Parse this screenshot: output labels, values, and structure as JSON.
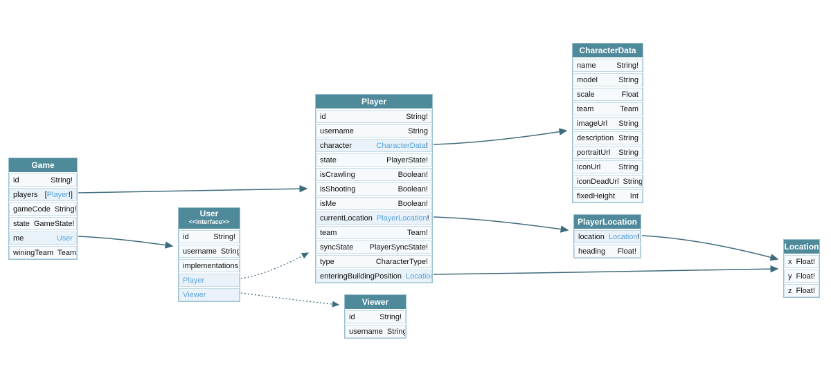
{
  "diagram": {
    "colors": {
      "header_bg": "#4f8a9b",
      "link_text": "#57a3db",
      "edge": "#3d6b7b",
      "row_bg": "#f6fafc",
      "linked_row_bg": "#e9f2f9"
    },
    "entities": [
      {
        "id": "game",
        "title": "Game",
        "stereotype": "",
        "fields": [
          {
            "name": "id",
            "plain": "String!"
          },
          {
            "name": "players",
            "pre": "[",
            "link": "Player",
            "post": "!]"
          },
          {
            "name": "gameCode",
            "plain": "String!"
          },
          {
            "name": "state",
            "plain": "GameState!"
          },
          {
            "name": "me",
            "pre": "",
            "link": "User",
            "post": ""
          },
          {
            "name": "winingTeam",
            "plain": "Team"
          }
        ]
      },
      {
        "id": "user",
        "title": "User",
        "stereotype": "<<interface>>",
        "fields": [
          {
            "name": "id",
            "plain": "String!"
          },
          {
            "name": "username",
            "plain": "String"
          },
          {
            "label": "implementations"
          },
          {
            "link_row": "Player"
          },
          {
            "link_row": "Viewer"
          }
        ]
      },
      {
        "id": "player",
        "title": "Player",
        "stereotype": "",
        "fields": [
          {
            "name": "id",
            "plain": "String!"
          },
          {
            "name": "username",
            "plain": "String"
          },
          {
            "name": "character",
            "pre": "",
            "link": "CharacterData",
            "post": "!"
          },
          {
            "name": "state",
            "plain": "PlayerState!"
          },
          {
            "name": "isCrawling",
            "plain": "Boolean!"
          },
          {
            "name": "isShooting",
            "plain": "Boolean!"
          },
          {
            "name": "isMe",
            "plain": "Boolean!"
          },
          {
            "name": "currentLocation",
            "pre": "",
            "link": "PlayerLocation",
            "post": "!"
          },
          {
            "name": "team",
            "plain": "Team!"
          },
          {
            "name": "syncState",
            "plain": "PlayerSyncState!"
          },
          {
            "name": "type",
            "plain": "CharacterType!"
          },
          {
            "name": "enteringBuildingPosition",
            "pre": "",
            "link": "Location",
            "post": ""
          }
        ]
      },
      {
        "id": "characterData",
        "title": "CharacterData",
        "stereotype": "",
        "fields": [
          {
            "name": "name",
            "plain": "String!"
          },
          {
            "name": "model",
            "plain": "String"
          },
          {
            "name": "scale",
            "plain": "Float"
          },
          {
            "name": "team",
            "plain": "Team"
          },
          {
            "name": "imageUrl",
            "plain": "String"
          },
          {
            "name": "description",
            "plain": "String"
          },
          {
            "name": "portraitUrl",
            "plain": "String"
          },
          {
            "name": "iconUrl",
            "plain": "String"
          },
          {
            "name": "iconDeadUrl",
            "plain": "String"
          },
          {
            "name": "fixedHeight",
            "plain": "Int"
          }
        ]
      },
      {
        "id": "playerLocation",
        "title": "PlayerLocation",
        "stereotype": "",
        "fields": [
          {
            "name": "location",
            "pre": "",
            "link": "Location",
            "post": "!"
          },
          {
            "name": "heading",
            "plain": "Float!"
          }
        ]
      },
      {
        "id": "location",
        "title": "Location",
        "stereotype": "",
        "fields": [
          {
            "name": "x",
            "plain": "Float!"
          },
          {
            "name": "y",
            "plain": "Float!"
          },
          {
            "name": "z",
            "plain": "Float!"
          }
        ]
      },
      {
        "id": "viewer",
        "title": "Viewer",
        "stereotype": "",
        "fields": [
          {
            "name": "id",
            "plain": "String!"
          },
          {
            "name": "username",
            "plain": "String"
          }
        ]
      }
    ],
    "edges": [
      {
        "from": "Game.players",
        "to": "Player",
        "style": "solid"
      },
      {
        "from": "Game.me",
        "to": "User",
        "style": "solid"
      },
      {
        "from": "User.Player",
        "to": "Player",
        "style": "dotted"
      },
      {
        "from": "User.Viewer",
        "to": "Viewer",
        "style": "dotted"
      },
      {
        "from": "Player.character",
        "to": "CharacterData",
        "style": "solid"
      },
      {
        "from": "Player.currentLocation",
        "to": "PlayerLocation",
        "style": "solid"
      },
      {
        "from": "Player.enteringBuildingPosition",
        "to": "Location",
        "style": "solid"
      },
      {
        "from": "PlayerLocation.location",
        "to": "Location",
        "style": "solid"
      }
    ]
  }
}
